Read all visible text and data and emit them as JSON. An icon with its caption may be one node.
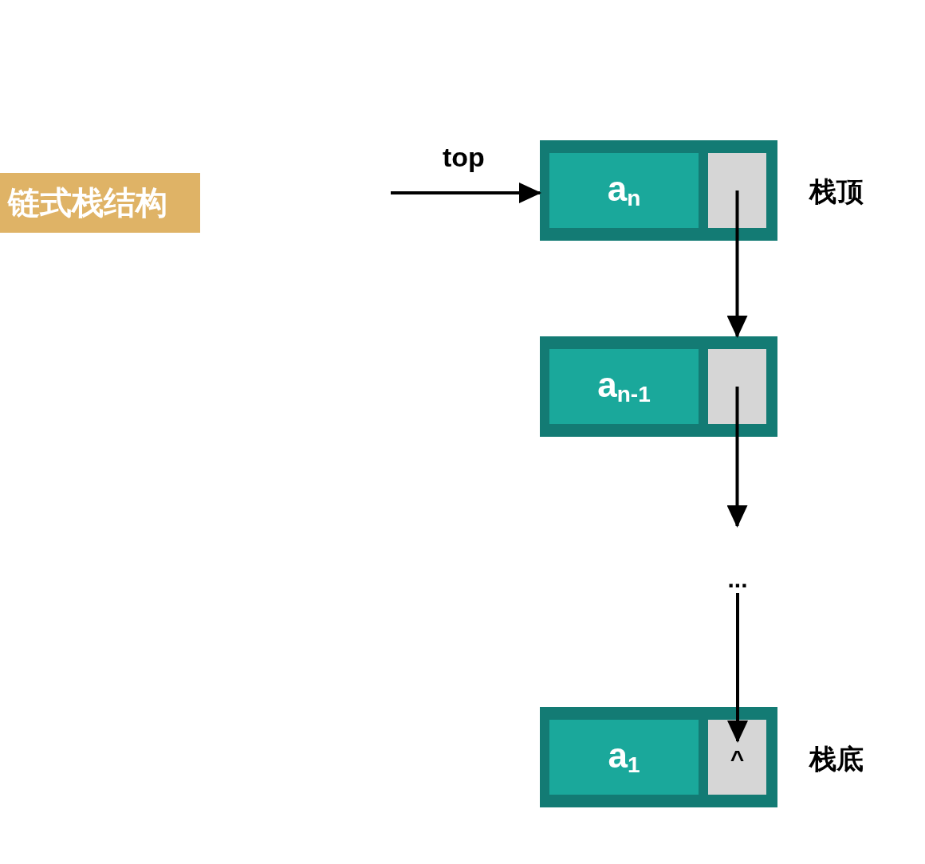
{
  "diagram": {
    "title": "链式栈结构",
    "nodes": [
      {
        "text": [
          "a$_{n}$"
        ],
        "beside": [
          "栈顶"
        ]
      },
      {
        "text": [],
        "shape": "box",
        "in": 0
      },
      {
        "text": [
          "a$_{n-1}$"
        ]
      },
      {
        "text": [],
        "shape": "box",
        "in": 2
      },
      {
        "text": [
          "..."
        ]
      },
      {
        "text": [
          "a$_{1}$"
        ],
        "beside": [
          "栈底"
        ]
      },
      {
        "text": [
          "^"
        ],
        "in": 5
      }
    ],
    "edges": [
      {
        "from": null,
        "to": 0,
        "arrow": "to",
        "label": "top"
      },
      {
        "from": 1,
        "to": 2,
        "arrow": "to"
      },
      {
        "from": 3,
        "to": 4,
        "arrow": "to"
      },
      {
        "from": 4,
        "to": 6,
        "arrow": "to"
      }
    ]
  }
}
